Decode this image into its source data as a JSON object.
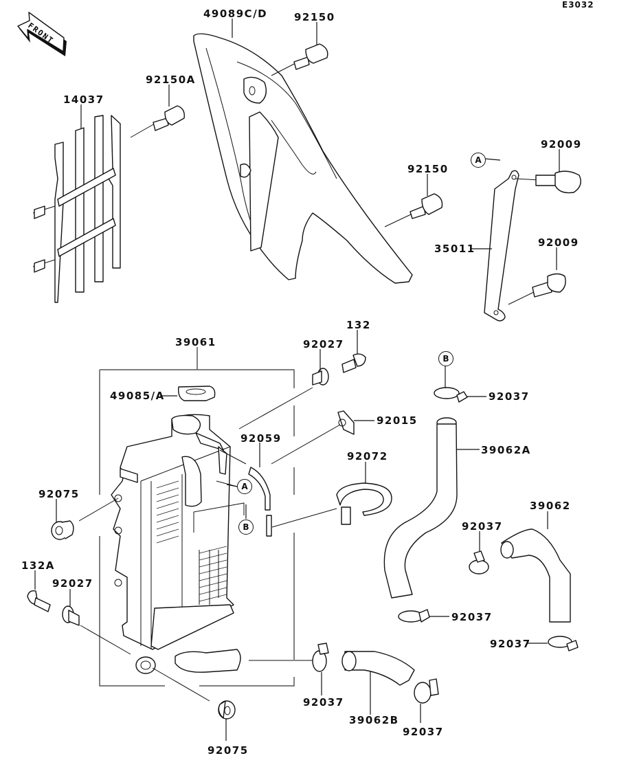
{
  "diagram": {
    "code": "E3032",
    "front_label": "FRONT",
    "references": {
      "A": "A",
      "B": "B"
    },
    "parts": {
      "p49089CD": "49089C/D",
      "p92150_top": "92150",
      "p92150A": "92150A",
      "p14037": "14037",
      "p92150_mid": "92150",
      "p92009_top": "92009",
      "p35011": "35011",
      "p92009_bot": "92009",
      "p132": "132",
      "p39061": "39061",
      "p92027_top": "92027",
      "p49085A": "49085/A",
      "p92015": "92015",
      "p92037_b": "92037",
      "p92059": "92059",
      "p92072": "92072",
      "p39062A": "39062A",
      "p92075_top": "92075",
      "p39062": "39062",
      "p92037_mid": "92037",
      "p132A": "132A",
      "p92027_bot": "92027",
      "p92037_hoseA": "92037",
      "p92037_right": "92037",
      "p92037_left": "92037",
      "p39062B": "39062B",
      "p92037_bottom": "92037",
      "p92075_bot": "92075"
    }
  }
}
